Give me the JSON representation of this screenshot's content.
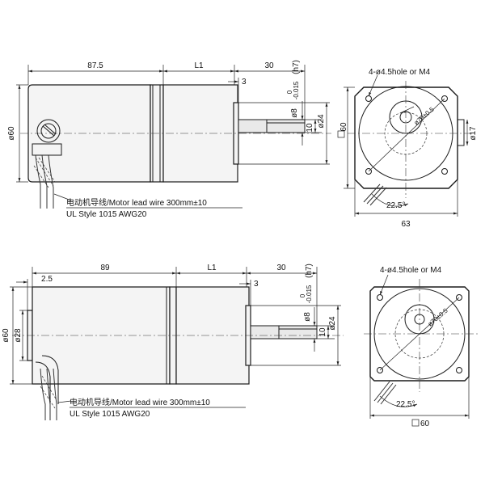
{
  "motor_top": {
    "dim_body": "87.5",
    "dim_l1": "L1",
    "dim_shaft": "30",
    "dim_key": "3",
    "dim_shaft_dia": "ø8",
    "dim_tol_upper": "0",
    "dim_tol_lower": "-0.015",
    "dim_tol_class": "(h7)",
    "dim_d24": "ø24",
    "dim_10": "10",
    "dim_height": "ø60",
    "wire_label_1": "电动机导线/Motor lead wire 300mm±10",
    "wire_label_2": "UL Style 1015 AWG20"
  },
  "flange_top": {
    "holes": "4-ø4.5hole or M4",
    "pcd": "ø70±0.5",
    "square": "60",
    "boss": "ø17",
    "angle": "22.5°",
    "width": "63"
  },
  "motor_bottom": {
    "dim_body": "89",
    "dim_l1": "L1",
    "dim_shaft": "30",
    "dim_key": "3",
    "dim_pilot": "2.5",
    "dim_shaft_dia": "ø8",
    "dim_tol_upper": "0",
    "dim_tol_lower": "-0.015",
    "dim_tol_class": "(h7)",
    "dim_d24": "ø24",
    "dim_10": "10",
    "dim_height": "ø60",
    "dim_pilot_dia": "ø28",
    "wire_label_1": "电动机导线/Motor lead wire 300mm±10",
    "wire_label_2": "UL Style 1015 AWG20"
  },
  "flange_bottom": {
    "holes": "4-ø4.5hole or M4",
    "pcd": "ø70±0.5",
    "square": "60",
    "angle": "22.5°"
  }
}
